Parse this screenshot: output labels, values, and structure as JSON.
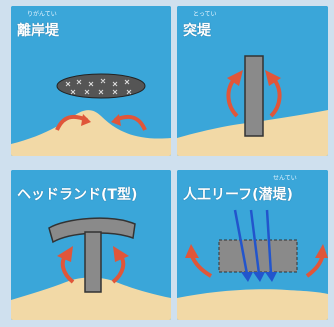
{
  "panels": [
    {
      "label": "離岸堤",
      "ruby": "りがんてい"
    },
    {
      "label": "突堤",
      "ruby": "とってい"
    },
    {
      "label": "ヘッドランド(T型)",
      "ruby": ""
    },
    {
      "label": "人工リーフ(潜堤)",
      "ruby": "せんてい"
    }
  ],
  "colors": {
    "sea": "#3aa6d9",
    "sand": "#f2d9a6",
    "structure": "#8a8a8a",
    "current_arrow": "#e0563a",
    "wave_arrow": "#2255cc"
  }
}
